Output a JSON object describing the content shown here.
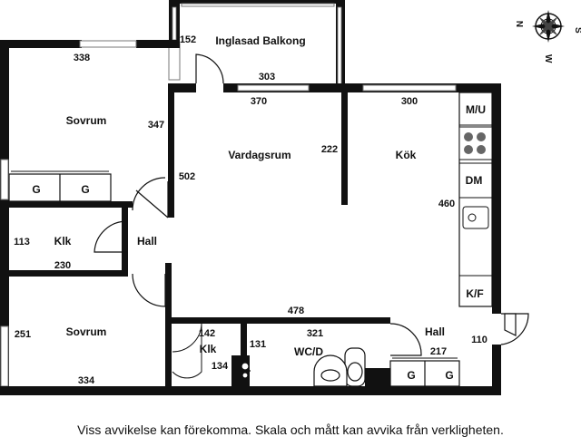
{
  "rooms": {
    "balkong": "Inglasad Balkong",
    "sovrum_top": "Sovrum",
    "vardagsrum": "Vardagsrum",
    "kok": "Kök",
    "klk_left": "Klk",
    "hall_left": "Hall",
    "sovrum_bottom": "Sovrum",
    "klk_mid": "Klk",
    "wcd": "WC/D",
    "hall_right": "Hall"
  },
  "fixtures": {
    "mu": "M/U",
    "dm": "DM",
    "kf": "K/F",
    "g1": "G",
    "g2": "G",
    "g3": "G",
    "g4": "G"
  },
  "dimensions": {
    "d152": "152",
    "d338": "338",
    "d303": "303",
    "d370": "370",
    "d300": "300",
    "d347": "347",
    "d222": "222",
    "d502": "502",
    "d460": "460",
    "d113": "113",
    "d230": "230",
    "d478": "478",
    "d142": "142",
    "d321": "321",
    "d251": "251",
    "d131": "131",
    "d110": "110",
    "d217": "217",
    "d134": "134",
    "d334": "334"
  },
  "compass": {
    "n": "N",
    "s": "S",
    "w": "W"
  },
  "disclaimer": "Viss avvikelse kan förekomma. Skala och mått kan avvika från verkligheten."
}
